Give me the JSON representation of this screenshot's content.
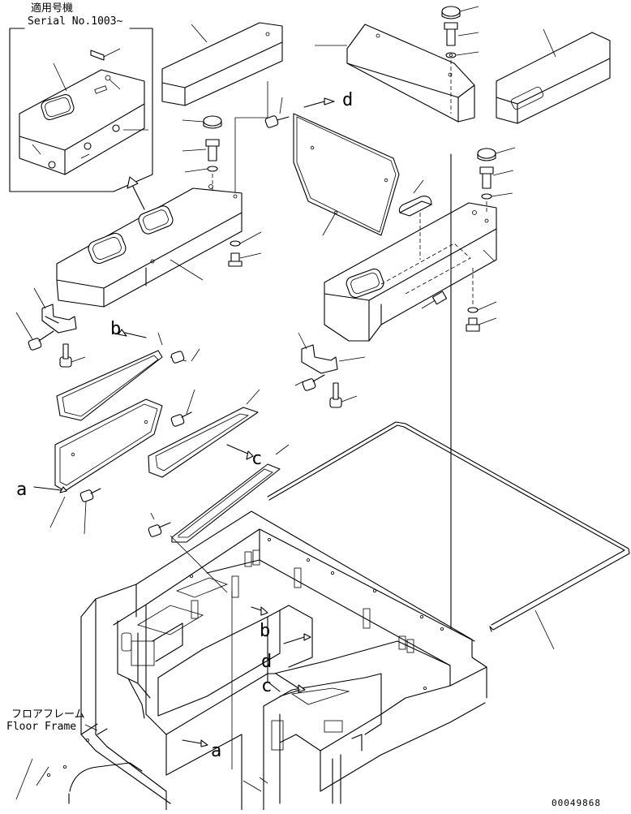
{
  "inset": {
    "title_jp": "適用号機",
    "serial": "Serial No.1003~"
  },
  "view_labels": {
    "a_left": "a",
    "b_top": "b",
    "c_top": "c",
    "d_top": "d",
    "b_frame": "b",
    "d_frame": "d",
    "c_frame": "c",
    "a_frame": "a"
  },
  "floor_frame": {
    "label_jp": "フロアフレーム",
    "label_en": "Floor Frame"
  },
  "drawing_number": "00049868"
}
